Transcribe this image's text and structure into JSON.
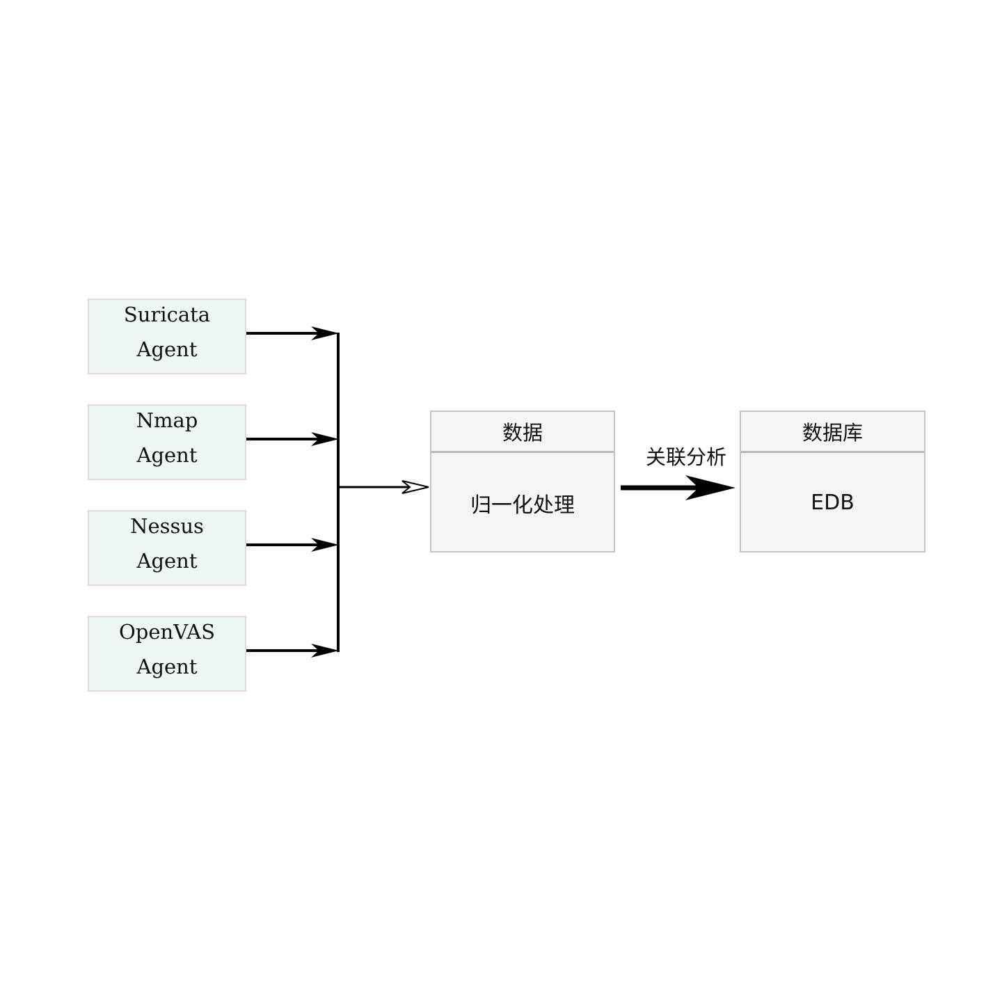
{
  "sources": [
    {
      "line1": "Suricata",
      "line2": "Agent"
    },
    {
      "line1": "Nmap",
      "line2": "Agent"
    },
    {
      "line1": "Nessus",
      "line2": "Agent"
    },
    {
      "line1": "OpenVAS",
      "line2": "Agent"
    }
  ],
  "processing": {
    "header": "数据",
    "body": "归一化处理"
  },
  "edge_label": "关联分析",
  "database": {
    "header": "数据库",
    "body": "EDB"
  },
  "colors": {
    "agent_fill": "#eef7f5",
    "agent_border": "#e6d4e3",
    "process_fill": "#f5f4f7",
    "process_border": "#c4c4c4",
    "arrow": "#000000"
  }
}
